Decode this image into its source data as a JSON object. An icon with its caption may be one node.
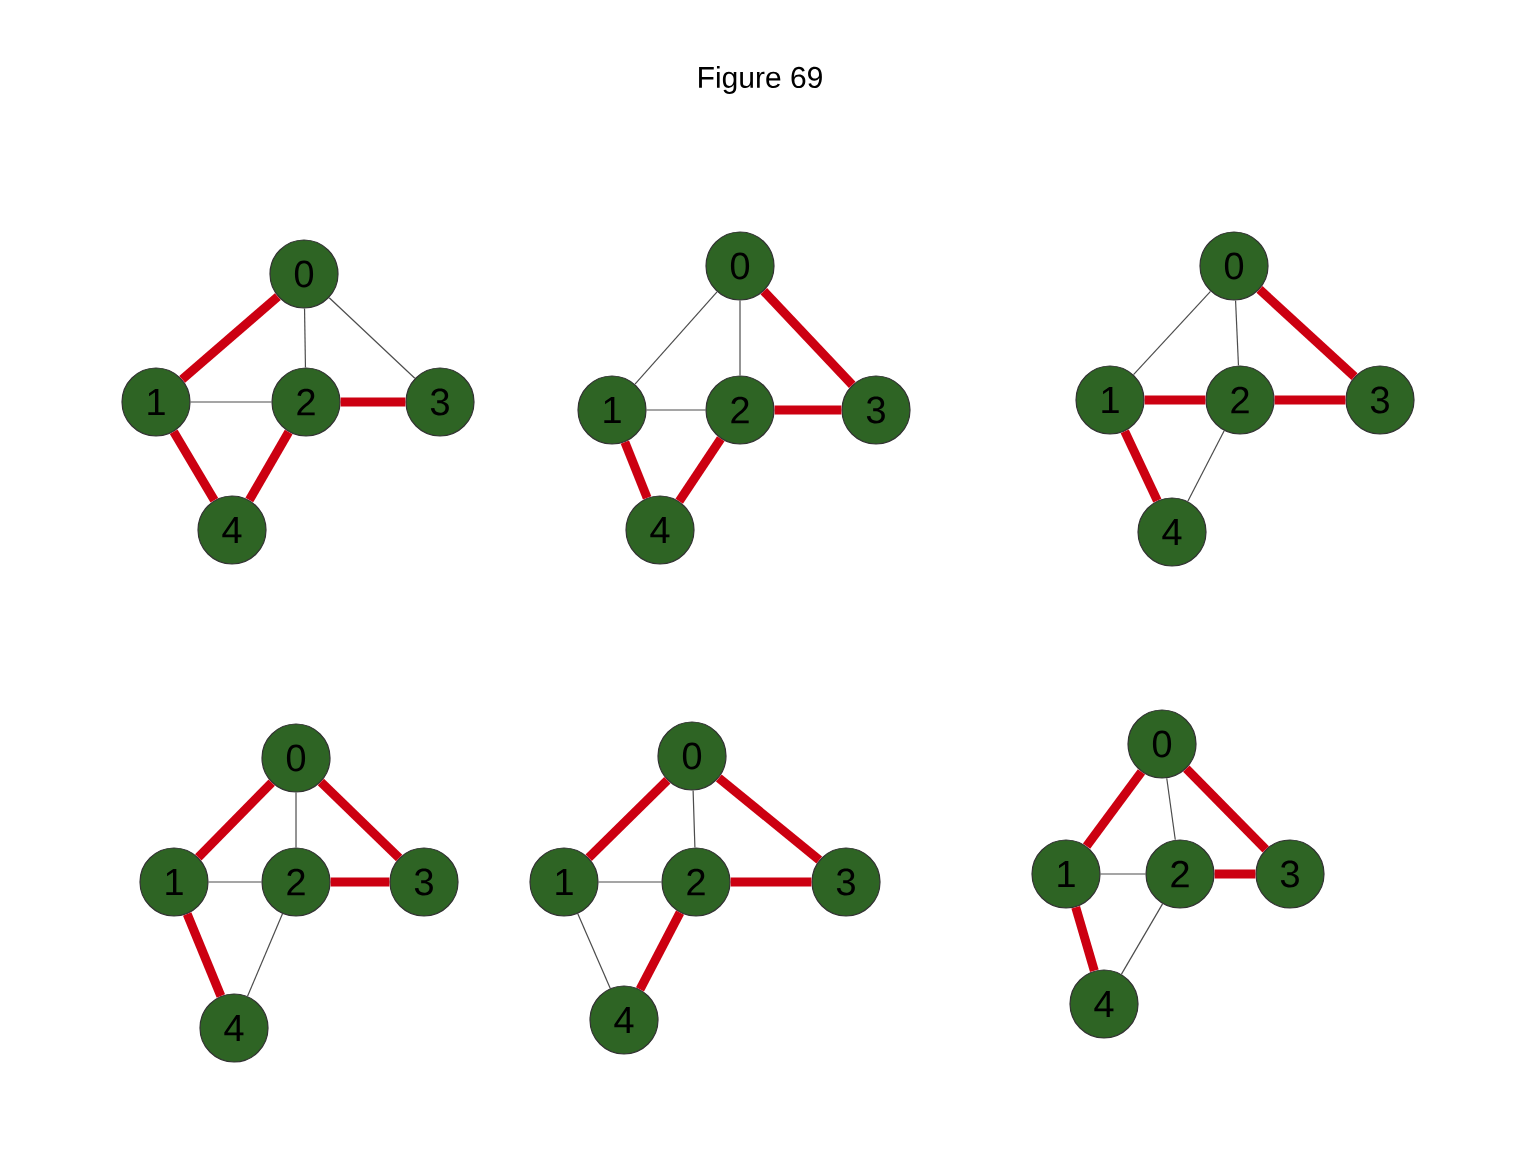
{
  "diagram": {
    "title": "Figure 69",
    "nodes": [
      {
        "text": [
          "0"
        ]
      },
      {
        "text": [
          "1"
        ]
      },
      {
        "text": [
          "2"
        ]
      },
      {
        "text": [
          "3"
        ]
      },
      {
        "text": [
          "4"
        ]
      },
      {
        "text": [
          "0"
        ]
      },
      {
        "text": [
          "1"
        ]
      },
      {
        "text": [
          "2"
        ]
      },
      {
        "text": [
          "3"
        ]
      },
      {
        "text": [
          "4"
        ]
      },
      {
        "text": [
          "0"
        ]
      },
      {
        "text": [
          "1"
        ]
      },
      {
        "text": [
          "2"
        ]
      },
      {
        "text": [
          "3"
        ]
      },
      {
        "text": [
          "4"
        ]
      },
      {
        "text": [
          "0"
        ]
      },
      {
        "text": [
          "1"
        ]
      },
      {
        "text": [
          "2"
        ]
      },
      {
        "text": [
          "3"
        ]
      },
      {
        "text": [
          "4"
        ]
      },
      {
        "text": [
          "0"
        ]
      },
      {
        "text": [
          "1"
        ]
      },
      {
        "text": [
          "2"
        ]
      },
      {
        "text": [
          "3"
        ]
      },
      {
        "text": [
          "4"
        ]
      },
      {
        "text": [
          "0"
        ]
      },
      {
        "text": [
          "1"
        ]
      },
      {
        "text": [
          "2"
        ]
      },
      {
        "text": [
          "3"
        ]
      },
      {
        "text": [
          "4"
        ]
      }
    ],
    "edges": [
      {
        "from": 0,
        "to": 1,
        "arrow": "none"
      },
      {
        "from": 0,
        "to": 2,
        "arrow": "none",
        "color": "#4c4c4c"
      },
      {
        "from": 0,
        "to": 3,
        "arrow": "none",
        "color": "#4c4c4c"
      },
      {
        "from": 1,
        "to": 2,
        "arrow": "none",
        "color": "#4c4c4c"
      },
      {
        "from": 1,
        "to": 4,
        "arrow": "none"
      },
      {
        "from": 2,
        "to": 3,
        "arrow": "none"
      },
      {
        "from": 2,
        "to": 4,
        "arrow": "none"
      },
      {
        "from": 5,
        "to": 6,
        "arrow": "none",
        "color": "#4c4c4c"
      },
      {
        "from": 5,
        "to": 7,
        "arrow": "none",
        "color": "#4c4c4c"
      },
      {
        "from": 5,
        "to": 8,
        "arrow": "none"
      },
      {
        "from": 6,
        "to": 7,
        "arrow": "none",
        "color": "#4c4c4c"
      },
      {
        "from": 6,
        "to": 9,
        "arrow": "none"
      },
      {
        "from": 7,
        "to": 8,
        "arrow": "none"
      },
      {
        "from": 7,
        "to": 9,
        "arrow": "none"
      },
      {
        "from": 10,
        "to": 11,
        "arrow": "none",
        "color": "#4c4c4c"
      },
      {
        "from": 10,
        "to": 12,
        "arrow": "none",
        "color": "#4c4c4c"
      },
      {
        "from": 10,
        "to": 13,
        "arrow": "none"
      },
      {
        "from": 11,
        "to": 12,
        "arrow": "none"
      },
      {
        "from": 11,
        "to": 14,
        "arrow": "none"
      },
      {
        "from": 12,
        "to": 13,
        "arrow": "none"
      },
      {
        "from": 12,
        "to": 14,
        "arrow": "none",
        "color": "#4c4c4c"
      },
      {
        "from": 15,
        "to": 16,
        "arrow": "none"
      },
      {
        "from": 15,
        "to": 17,
        "arrow": "none",
        "color": "#4c4c4c"
      },
      {
        "from": 15,
        "to": 18,
        "arrow": "none"
      },
      {
        "from": 16,
        "to": 17,
        "arrow": "none",
        "color": "#4c4c4c"
      },
      {
        "from": 16,
        "to": 19,
        "arrow": "none"
      },
      {
        "from": 17,
        "to": 18,
        "arrow": "none"
      },
      {
        "from": 17,
        "to": 19,
        "arrow": "none",
        "color": "#4c4c4c"
      },
      {
        "from": 20,
        "to": 21,
        "arrow": "none"
      },
      {
        "from": 20,
        "to": 22,
        "arrow": "none",
        "color": "#4c4c4c"
      },
      {
        "from": 20,
        "to": 23,
        "arrow": "none"
      },
      {
        "from": 21,
        "to": 22,
        "arrow": "none",
        "color": "#4c4c4c"
      },
      {
        "from": 21,
        "to": 24,
        "arrow": "none",
        "color": "#4c4c4c"
      },
      {
        "from": 22,
        "to": 23,
        "arrow": "none"
      },
      {
        "from": 22,
        "to": 24,
        "arrow": "none"
      },
      {
        "from": 25,
        "to": 26,
        "arrow": "none"
      },
      {
        "from": 25,
        "to": 27,
        "arrow": "none",
        "color": "#4c4c4c"
      },
      {
        "from": 25,
        "to": 28,
        "arrow": "none"
      },
      {
        "from": 26,
        "to": 27,
        "arrow": "none",
        "color": "#4c4c4c"
      },
      {
        "from": 26,
        "to": 29,
        "arrow": "none"
      },
      {
        "from": 27,
        "to": 28,
        "arrow": "none"
      },
      {
        "from": 27,
        "to": 29,
        "arrow": "none",
        "color": "#4c4c4c"
      }
    ]
  }
}
